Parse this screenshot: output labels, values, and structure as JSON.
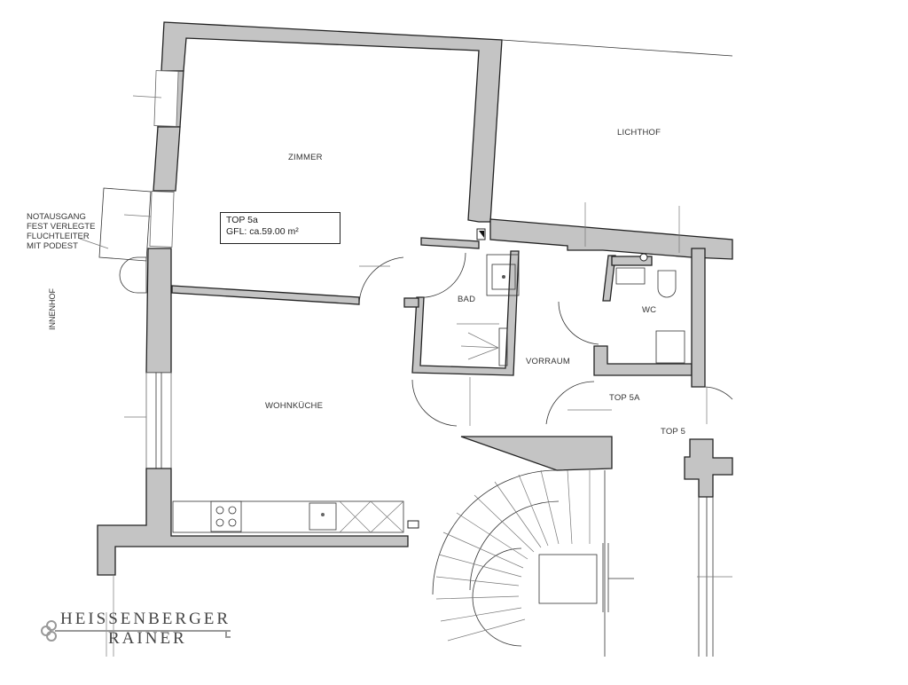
{
  "plan": {
    "unit_box": {
      "line1": "TOP 5a",
      "line2": "GFL: ca.59.00 m²"
    },
    "rooms": {
      "zimmer": "ZIMMER",
      "lichthof": "LICHTHOF",
      "bad": "BAD",
      "wc": "WC",
      "vorraum": "VORRAUM",
      "wohnkueche": "WOHNKÜCHE",
      "top5a": "TOP 5A",
      "top5": "TOP 5"
    },
    "notes": {
      "emergency": [
        "NOTAUSGANG",
        "FEST VERLEGTE",
        "FLUCHTLEITER",
        "MIT PODEST"
      ],
      "courtyard": "INNENHOF"
    },
    "colors": {
      "wall_fill": "#c4c4c4",
      "line": "#222222"
    }
  },
  "logo": {
    "line1": "HEISSENBERGER",
    "line2": "RAINER",
    "icon": "key-icon"
  }
}
